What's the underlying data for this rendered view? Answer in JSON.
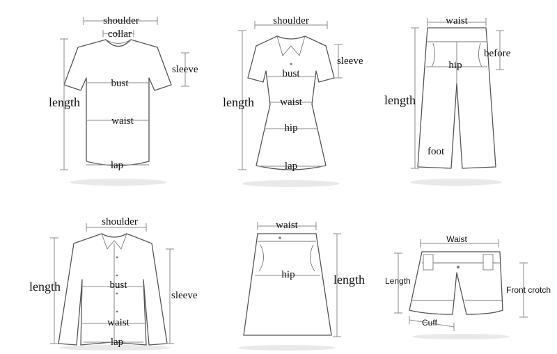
{
  "colors": {
    "outline": "#555555",
    "measure_line": "#8a8a8a",
    "text": "#111111",
    "background": "#ffffff"
  },
  "tshirt": {
    "shoulder": "shoulder",
    "collar": "collar",
    "sleeve": "sleeve",
    "bust": "bust",
    "length": "length",
    "waist": "waist",
    "lap": "lap"
  },
  "dress": {
    "shoulder": "shoulder",
    "sleeve": "sleeve",
    "bust": "bust",
    "length": "length",
    "waist": "waist",
    "hip": "hip",
    "lap": "lap"
  },
  "pants": {
    "waist": "waist",
    "before": "before",
    "hip": "hip",
    "length": "length",
    "foot": "foot"
  },
  "shirt": {
    "shoulder": "shoulder",
    "bust": "bust",
    "length": "length",
    "sleeve": "sleeve",
    "waist": "waist",
    "lap": "lap"
  },
  "skirt": {
    "waist": "waist",
    "hip": "hip",
    "length": "length"
  },
  "shorts": {
    "waist": "Waist",
    "length": "Length",
    "front_crotch": "Front crotch",
    "cuff": "Cuff"
  }
}
